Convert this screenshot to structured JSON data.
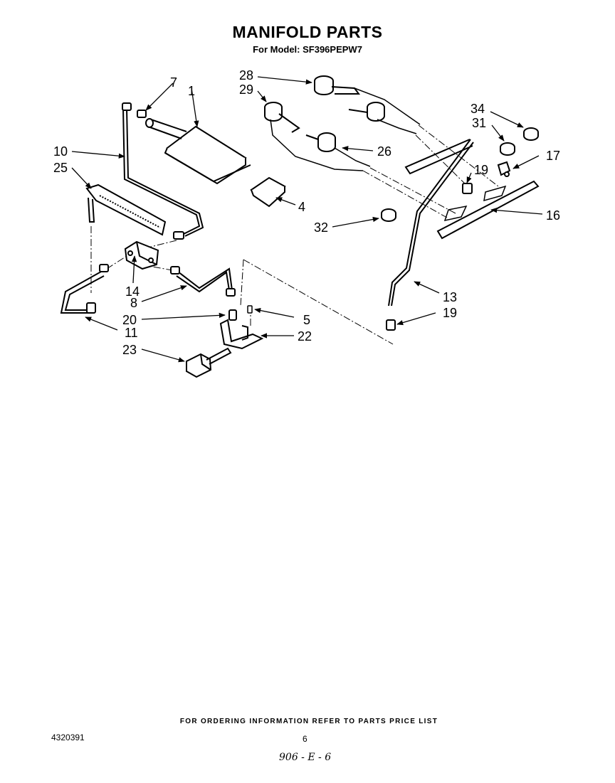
{
  "title": "MANIFOLD PARTS",
  "subtitle": "For Model: SF396PEPW7",
  "callouts": {
    "c1": "1",
    "c4": "4",
    "c5": "5",
    "c7": "7",
    "c8": "8",
    "c10": "10",
    "c11": "11",
    "c13": "13",
    "c14": "14",
    "c16": "16",
    "c17": "17",
    "c19a": "19",
    "c19b": "19",
    "c20": "20",
    "c22": "22",
    "c23": "23",
    "c25": "25",
    "c26": "26",
    "c28": "28",
    "c29": "29",
    "c31": "31",
    "c32": "32",
    "c34": "34"
  },
  "footer": {
    "note": "FOR ORDERING INFORMATION REFER TO PARTS PRICE LIST",
    "doc_number": "4320391",
    "page": "6",
    "handwritten": "906 - E - 6"
  }
}
